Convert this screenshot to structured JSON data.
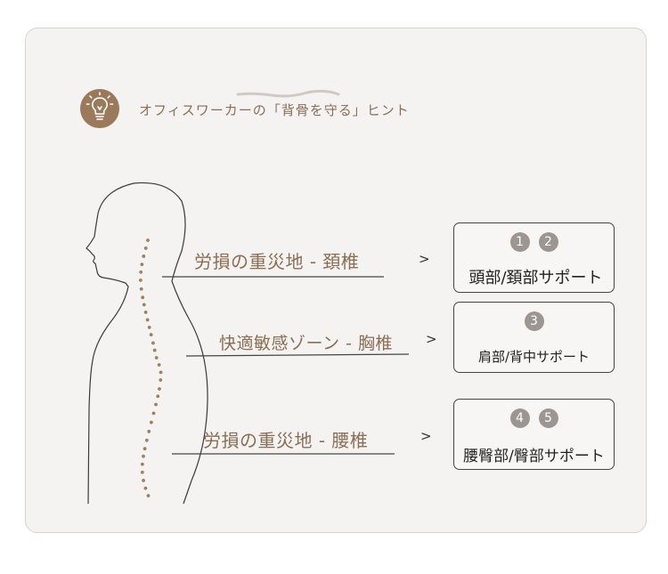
{
  "header": {
    "title": "オフィスワーカーの「背骨を守る」ヒント",
    "icon": "lightbulb-icon",
    "accent_color": "#9a7a5a"
  },
  "regions": [
    {
      "label": "労損の重災地 - 頚椎",
      "arrow": ">",
      "badges": [
        "1",
        "2"
      ],
      "support": "頭部/頚部サポート"
    },
    {
      "label": "快適敏感ゾーン - 胸椎",
      "arrow": ">",
      "badges": [
        "3"
      ],
      "support": "肩部/背中サポート"
    },
    {
      "label": "労損の重災地 - 腰椎",
      "arrow": ">",
      "badges": [
        "4",
        "5"
      ],
      "support": "腰臀部/臀部サポート"
    }
  ],
  "colors": {
    "label": "#8a6e55",
    "spine_dots": "#a07f5e",
    "badge": "#9b9691",
    "card_bg": "#f4f3f1"
  }
}
